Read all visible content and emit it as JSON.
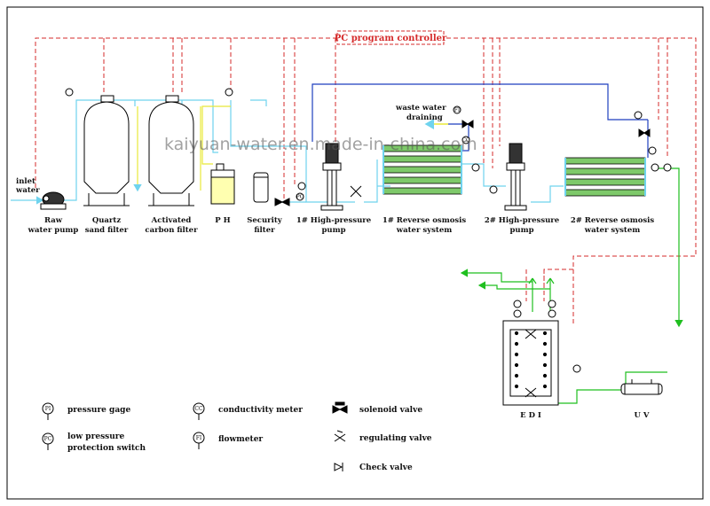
{
  "controller_label": "PC program controller",
  "watermark": "kaiyuan-water.en.made-in-china.com",
  "inlet_label": [
    "inlet",
    "water"
  ],
  "waste_label": [
    "waste water",
    "draining"
  ],
  "equipment": [
    {
      "name": "raw-water-pump",
      "lines": [
        "Raw",
        "water pump"
      ]
    },
    {
      "name": "quartz-sand-filter",
      "lines": [
        "Quartz",
        "sand filter"
      ]
    },
    {
      "name": "activated-carbon-filter",
      "lines": [
        "Activated",
        "carbon filter"
      ]
    },
    {
      "name": "ph-dosing",
      "lines": [
        "P H"
      ]
    },
    {
      "name": "security-filter",
      "lines": [
        "Security",
        "filter"
      ]
    },
    {
      "name": "high-pressure-pump-1",
      "lines": [
        "1# High-pressure",
        "pump"
      ]
    },
    {
      "name": "ro-system-1",
      "lines": [
        "1# Reverse osmosis",
        "water system"
      ]
    },
    {
      "name": "high-pressure-pump-2",
      "lines": [
        "2# High-pressure",
        "pump"
      ]
    },
    {
      "name": "ro-system-2",
      "lines": [
        "2# Reverse osmosis",
        "water system"
      ]
    }
  ],
  "edi_label": "E D I",
  "uv_label": "U V",
  "legend": [
    {
      "symbol": "PI",
      "lines": [
        "pressure gage"
      ]
    },
    {
      "symbol": "PC",
      "lines": [
        "low pressure",
        "protection switch"
      ]
    },
    {
      "symbol": "CC",
      "lines": [
        "conductivity meter"
      ]
    },
    {
      "symbol": "FI",
      "lines": [
        "flowmeter"
      ]
    },
    {
      "symbol": "solenoid",
      "lines": [
        "solenoid valve"
      ]
    },
    {
      "symbol": "regulating",
      "lines": [
        "regulating valve"
      ]
    },
    {
      "symbol": "check",
      "lines": [
        "Check valve"
      ]
    }
  ],
  "colors": {
    "control": "#d52b2b",
    "feed": "#6fd3ee",
    "product": "#1fbf1f",
    "concentrate": "#1f3fbf",
    "ph": "#e8e838"
  }
}
